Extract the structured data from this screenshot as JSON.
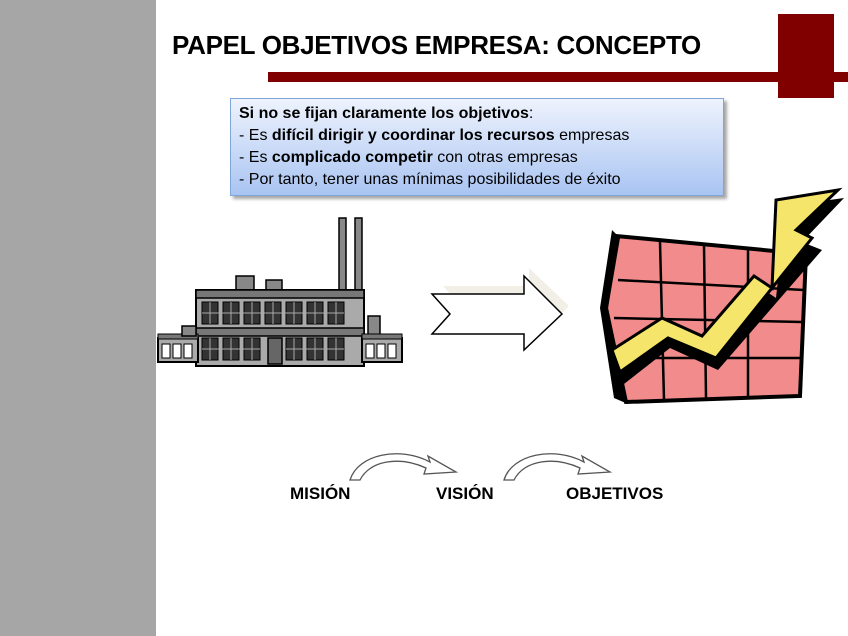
{
  "slide": {
    "title": "PAPEL OBJETIVOS EMPRESA: CONCEPTO"
  },
  "callout": {
    "line1_bold": "Si no se fijan claramente los objetivos",
    "line1_tail": ":",
    "line2_pre": "- Es ",
    "line2_bold": "difícil dirigir y coordinar los recursos",
    "line2_post": " empresas",
    "line3_pre": "- Es ",
    "line3_bold": "complicado competir",
    "line3_post": " con otras empresas",
    "line4": "- Por tanto, tener unas mínimas posibilidades de éxito"
  },
  "flow": {
    "step1": "MISIÓN",
    "step2": "VISIÓN",
    "step3": "OBJETIVOS"
  },
  "colors": {
    "accent": "#800000",
    "sidebar": "#a6a6a6",
    "callout_top": "#eef3fd",
    "callout_bottom": "#a9c4f2",
    "chart_fill": "#f28b8b",
    "arrow_fill": "#f5e66b"
  },
  "icons": {
    "factory": "factory-icon",
    "arrow": "right-arrow-icon",
    "growth": "growth-chart-icon",
    "curve": "curved-arrow-icon"
  }
}
